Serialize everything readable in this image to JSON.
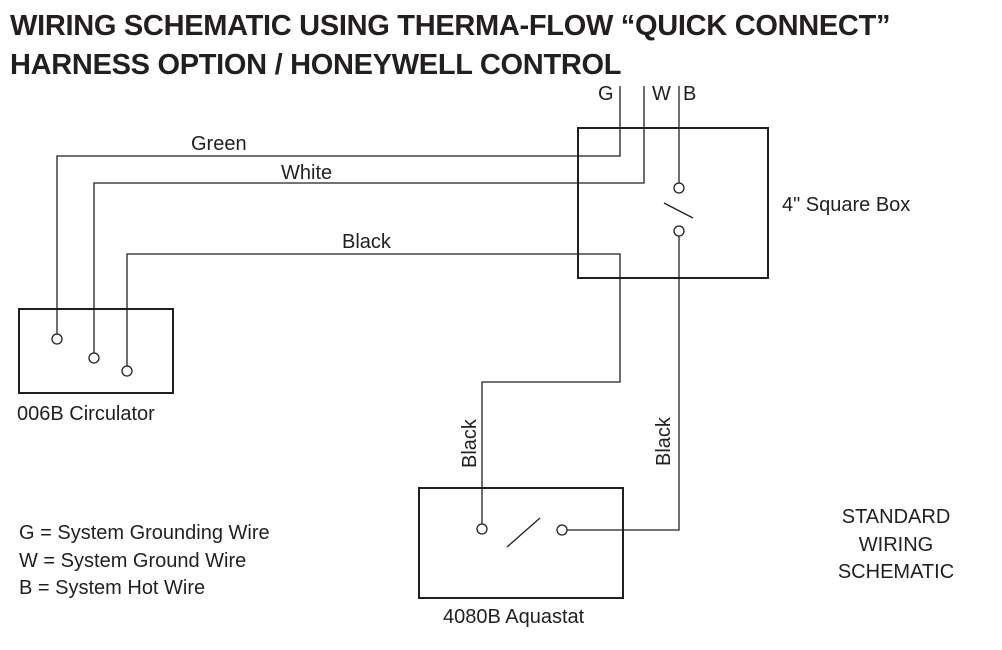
{
  "title": {
    "line1": "WIRING SCHEMATIC USING THERMA-FLOW “QUICK CONNECT”",
    "line2": "HARNESS OPTION / HONEYWELL CONTROL"
  },
  "harness_labels": {
    "g": "G",
    "w": "W",
    "b": "B"
  },
  "wires": {
    "green": "Green",
    "white": "White",
    "black_top": "Black",
    "black_left_vertical": "Black",
    "black_right_vertical": "Black"
  },
  "components": {
    "square_box": "4\" Square Box",
    "circulator": "006B Circulator",
    "aquastat": "4080B Aquastat"
  },
  "legend": [
    "G = System Grounding Wire",
    "W = System Ground Wire",
    "B = System Hot Wire"
  ],
  "schematic_note": [
    "STANDARD",
    "WIRING",
    "SCHEMATIC"
  ]
}
